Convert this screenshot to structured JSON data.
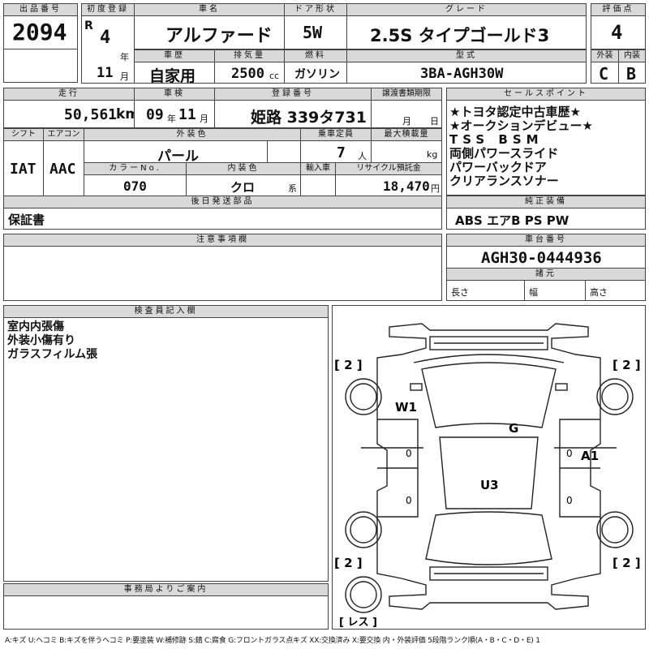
{
  "top": {
    "lot_no_label": "出品番号",
    "lot_no": "2094",
    "first_reg_label": "初度登録",
    "era": "R",
    "year": "4",
    "year_unit": "年",
    "month": "11",
    "month_unit": "月",
    "car_name_label": "車名",
    "car_name": "アルファード",
    "door_label": "ドア形状",
    "door": "5W",
    "grade_label": "グレード",
    "grade": "2.5S タイプゴールド3",
    "score_label": "評価点",
    "score": "4",
    "history_label": "車歴",
    "history": "自家用",
    "displacement_label": "排気量",
    "displacement": "2500",
    "displacement_unit": "cc",
    "fuel_label": "燃料",
    "fuel": "ガソリン",
    "model_label": "型式",
    "model": "3BA-AGH30W",
    "ext_label": "外装",
    "ext_score": "C",
    "int_label": "内装",
    "int_score": "B"
  },
  "second": {
    "mileage_label": "走行",
    "mileage": "50,561",
    "mileage_unit": "km",
    "inspection_label": "車検",
    "inspection_year": "09",
    "inspection_year_unit": "年",
    "inspection_month": "11",
    "inspection_month_unit": "月",
    "plate_label": "登録番号",
    "plate": "姫路 339タ731",
    "transfer_label": "譲渡書類期限",
    "transfer_month_unit": "月",
    "transfer_day_unit": "日",
    "shift_label": "シフト",
    "shift": "IAT",
    "ac_label": "エアコン",
    "ac": "AAC",
    "color_label": "外装色",
    "color": "パール",
    "capacity_label": "乗車定員",
    "capacity": "7",
    "capacity_unit": "人",
    "load_label": "最大積載量",
    "load_unit": "kg",
    "color_no_label": "カラーNo.",
    "color_no": "070",
    "interior_label": "内装色",
    "interior": "クロ",
    "interior_unit": "系",
    "import_label": "輸入車",
    "recycle_label": "リサイクル預託金",
    "recycle": "18,470",
    "recycle_unit": "円",
    "deferred_label": "後日発送部品",
    "deferred": "保証書"
  },
  "sales_points": {
    "label": "セールスポイント",
    "lines": [
      "★トヨタ認定中古車歴★",
      "★オークションデビュー★",
      "TSS BSM",
      "両側パワースライド",
      "パワーバックドア",
      "クリアランスソナー"
    ]
  },
  "equipment": {
    "label": "純正装備",
    "value": "ABS エアB PS PW"
  },
  "notes": {
    "label": "注意事項欄"
  },
  "chassis": {
    "label": "車台番号",
    "value": "AGH30-0444936",
    "dims_label": "諸元",
    "length_label": "長さ",
    "width_label": "幅",
    "height_label": "高さ"
  },
  "inspector": {
    "label": "検査員記入欄",
    "lines": [
      "室内内張傷",
      "外装小傷有り",
      "ガラスフィルム張"
    ]
  },
  "office": {
    "label": "事務局よりご案内"
  },
  "diagram": {
    "w1": "W1",
    "g": "G",
    "a1": "A1",
    "u3": "U3",
    "br_tl": "[ 2 ]",
    "br_tr": "[ 2 ]",
    "br_bl": "[ 2 ]",
    "br_br": "[ 2 ]",
    "br_less": "[ レス ]",
    "zero": "0"
  },
  "legend": "A:キズ U:ヘコミ B:キズを伴うヘコミ P:要塗装 W:補修跡 S:錆 C:腐食 G:フロントガラス点キズ XX:交換済み X:要交換 内・外装評価 5段階ランク順(A・B・C・D・E) 1"
}
